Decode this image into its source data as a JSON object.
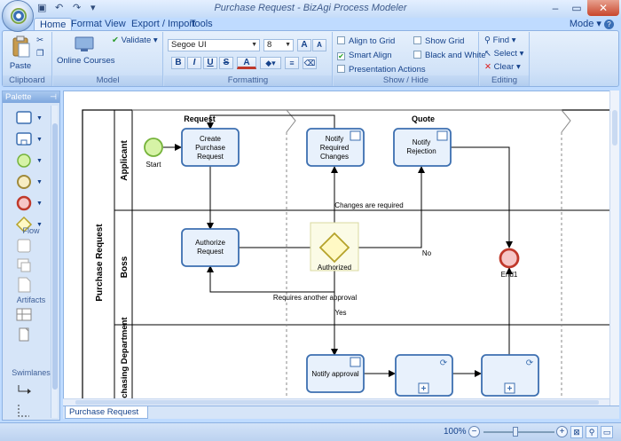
{
  "title": "Purchase Request - BizAgi Process Modeler",
  "menu": {
    "tabs": [
      "Home",
      "Format",
      "View",
      "Export / Import",
      "Tools"
    ],
    "active": "Home",
    "mode": "Mode"
  },
  "ribbon": {
    "clipboard": {
      "label": "Clipboard",
      "paste": "Paste"
    },
    "model": {
      "label": "Model",
      "online_courses": "Online Courses",
      "validate": "Validate"
    },
    "formatting": {
      "label": "Formatting",
      "font": "Segoe UI",
      "size": "8",
      "bold": "B",
      "italic": "I",
      "underline": "U",
      "strike": "S",
      "font_color": "A"
    },
    "show_hide": {
      "label": "Show / Hide",
      "align_grid": "Align to Grid",
      "smart_align": "Smart Align",
      "presentation_actions": "Presentation Actions",
      "show_grid": "Show Grid",
      "black_white": "Black and White",
      "smart_align_checked": true
    },
    "editing": {
      "label": "Editing",
      "find": "Find",
      "select": "Select",
      "clear": "Clear"
    }
  },
  "palette": {
    "title": "Palette",
    "sections": {
      "flow": "Flow",
      "artifacts": "Artifacts",
      "swimlanes": "Swimlanes"
    }
  },
  "diagram": {
    "pool": "Purchase Request",
    "lanes": [
      "Applicant",
      "Boss",
      "Purchasing Department"
    ],
    "phases": [
      "Request",
      "Quote"
    ],
    "events": {
      "start": "Start",
      "end": "End1"
    },
    "tasks": {
      "create": "Create Purchase Request",
      "notify_changes": "Notify Required Changes",
      "notify_rejection": "Notify Rejection",
      "authorize": "Authorize Request",
      "notify_approval": "Notify approval"
    },
    "gateway": "Authorized",
    "flows": {
      "changes_required": "Changes are required",
      "no": "No",
      "another_approval": "Requires another approval",
      "yes": "Yes"
    }
  },
  "sheet_tab": "Purchase Request",
  "status": {
    "zoom": "100%"
  }
}
